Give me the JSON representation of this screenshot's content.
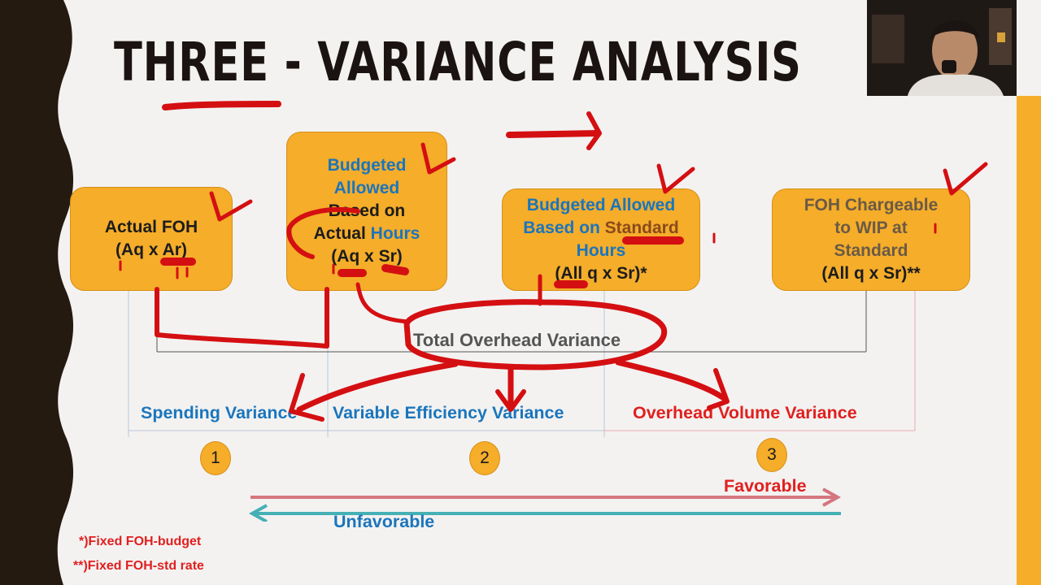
{
  "title": "THREE -  VARIANCE ANALYSIS",
  "boxes": {
    "b1": {
      "line1": "Actual FOH",
      "line2": "(Aq x Ar)"
    },
    "b2": {
      "line1": "Budgeted",
      "line2": "Allowed",
      "line3": "Based on",
      "line4a": "Actual",
      "line4b": "Hours",
      "line5": "(Aq x Sr)"
    },
    "b3": {
      "line1": "Budgeted Allowed",
      "line2a": "Based on",
      "line2b": "Standard",
      "line3": "Hours",
      "line4": "(All q x Sr)*"
    },
    "b4": {
      "line1": "FOH Chargeable",
      "line2": "to WIP at",
      "line3": "Standard",
      "line4": "(All q x Sr)**"
    }
  },
  "total_label": "Total Overhead Variance",
  "variances": {
    "spending": "Spending Variance",
    "efficiency": "Variable Efficiency Variance",
    "volume": "Overhead Volume Variance"
  },
  "numbers": [
    "1",
    "2",
    "3"
  ],
  "arrows": {
    "favorable": "Favorable",
    "unfavorable": "Unfavorable"
  },
  "notes": {
    "n1": "*)Fixed FOH-budget",
    "n2": "**)Fixed FOH-std rate"
  },
  "colors": {
    "accent_orange": "#f5ad2a",
    "blue": "#1b75bc",
    "red": "#e0201f",
    "ink_red": "#d40f12"
  }
}
